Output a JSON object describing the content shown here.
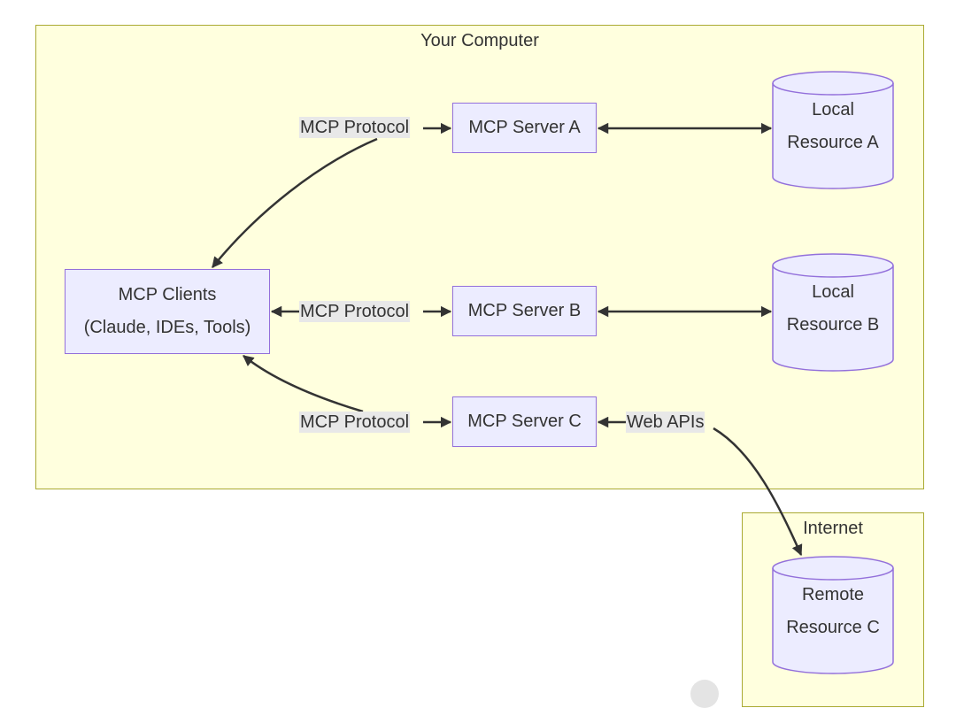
{
  "clusters": {
    "computer": {
      "title": "Your Computer"
    },
    "internet": {
      "title": "Internet"
    }
  },
  "nodes": {
    "clients": {
      "line1": "MCP Clients",
      "line2": "(Claude, IDEs, Tools)"
    },
    "server_a": {
      "label": "MCP Server A"
    },
    "server_b": {
      "label": "MCP Server B"
    },
    "server_c": {
      "label": "MCP Server C"
    },
    "resource_a": {
      "line1": "Local",
      "line2": "Resource A"
    },
    "resource_b": {
      "line1": "Local",
      "line2": "Resource B"
    },
    "resource_c": {
      "line1": "Remote",
      "line2": "Resource C"
    }
  },
  "edges": {
    "protocol_a": "MCP Protocol",
    "protocol_b": "MCP Protocol",
    "protocol_c": "MCP Protocol",
    "web_apis": "Web APIs"
  },
  "colors": {
    "cluster_fill": "#ffffde",
    "cluster_border": "#aaaa33",
    "node_fill": "#ececff",
    "node_border": "#9370db",
    "edge_stroke": "#333333",
    "edge_label_bg": "#e8e8e8"
  }
}
